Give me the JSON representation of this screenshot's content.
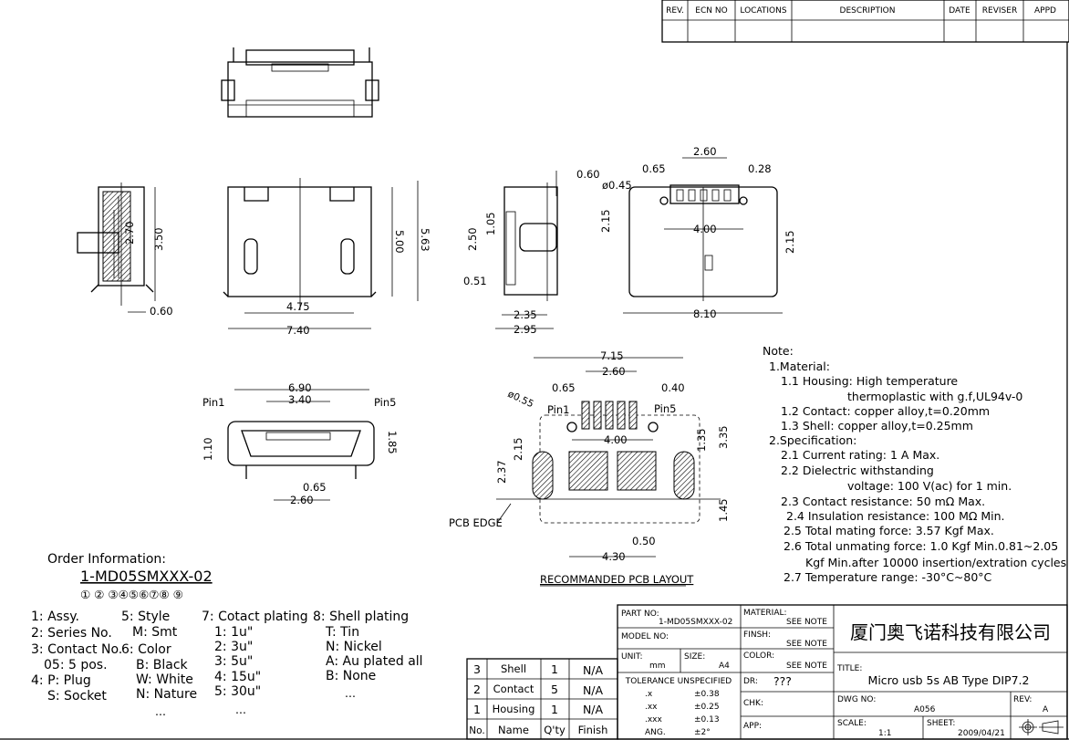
{
  "revision_table": {
    "headers": [
      "REV.",
      "ECN NO",
      "LOCATIONS",
      "DESCRIPTION",
      "DATE",
      "REVISER",
      "APPD"
    ]
  },
  "dimensions": {
    "side_left": {
      "h1": "2.70",
      "h2": "3.50",
      "w": "0.60"
    },
    "front": {
      "h1": "5.00",
      "h2": "5.63",
      "w1": "4.75",
      "w2": "7.40"
    },
    "side_right": {
      "top": "0.60",
      "d1": "1.05",
      "d2": "2.50",
      "d3": "0.51",
      "w1": "2.35",
      "w2": "2.95"
    },
    "bottom": {
      "pitch": "2.60",
      "p1": "0.65",
      "p2": "0.28",
      "hole": "ø0.45",
      "h1": "2.15",
      "w1": "4.00",
      "h2": "2.15",
      "w2": "8.10"
    },
    "face": {
      "w1": "6.90",
      "w2": "3.40",
      "pin1": "Pin1",
      "pin5": "Pin5",
      "h1": "1.10",
      "h2": "1.85",
      "p": "0.65",
      "w3": "2.60"
    },
    "pcb": {
      "w1": "7.15",
      "w2": "2.60",
      "p1": "0.65",
      "p2": "0.40",
      "hole": "ø0.55",
      "pin1": "Pin1",
      "pin5": "Pin5",
      "w3": "4.00",
      "h1": "2.15",
      "h2": "2.37",
      "h3": "1.35",
      "h4": "3.35",
      "h5": "1.45",
      "p3": "0.50",
      "w4": "4.30",
      "edge": "PCB EDGE",
      "caption": "RECOMMANDED PCB LAYOUT"
    }
  },
  "notes": {
    "title": "Note:",
    "lines": [
      "1.Material:",
      "1.1 Housing:  High temperature",
      "thermoplastic with g.f,UL94v-0",
      "1.2 Contact:  copper alloy,t=0.20mm",
      "1.3 Shell:  copper alloy,t=0.25mm",
      "2.Specification:",
      "2.1 Current rating:  1 A Max.",
      "2.2 Dielectric withstanding",
      "voltage:  100 V(ac)  for 1 min.",
      "2.3 Contact resistance:  50 mΩ Max.",
      "2.4 Insulation resistance:  100 MΩ Min.",
      "2.5 Total mating force:  3.57 Kgf Max.",
      "2.6 Total unmating force:  1.0 Kgf Min.0.81~2.05",
      "Kgf Min.after 10000 insertion/extration cycles",
      "2.7 Temperature range:  -30°C~80°C"
    ]
  },
  "order_info": {
    "title": "Order Information:",
    "code": "1-MD05SMXXX-02",
    "markers": "①  ② ③④⑤⑥⑦⑧  ⑨",
    "col1": [
      "1: Assy.",
      "2: Series No.",
      "3: Contact No.",
      "05:  5 pos.",
      "4: P:  Plug",
      "S:  Socket"
    ],
    "col2": [
      "5: Style",
      "M:  Smt",
      "6: Color",
      "B:  Black",
      "W:  White",
      "N:  Nature",
      "..."
    ],
    "col3": [
      "7: Cotact plating",
      "1:  1u\"",
      "2:  3u\"",
      "3:  5u\"",
      "4:  15u\"",
      "5:  30u\"",
      "..."
    ],
    "col4": [
      "8: Shell plating",
      "T:  Tin",
      "N:  Nickel",
      "A:  Au plated all",
      "B:  None",
      "..."
    ]
  },
  "bom": {
    "headers": [
      "No.",
      "Name",
      "Q'ty",
      "Finish"
    ],
    "rows": [
      [
        "3",
        "Shell",
        "1",
        "N/A"
      ],
      [
        "2",
        "Contact",
        "5",
        "N/A"
      ],
      [
        "1",
        "Housing",
        "1",
        "N/A"
      ]
    ]
  },
  "title_block": {
    "part_no_label": "PART NO:",
    "part_no": "1-MD05SMXXX-02",
    "model_no_label": "MODEL NO:",
    "unit_label": "UNIT:",
    "unit": "mm",
    "size_label": "SIZE:",
    "size": "A4",
    "tolerance_title": "TOLERANCE UNSPECIFIED",
    "tolerances": [
      [
        ".x",
        "±0.38"
      ],
      [
        ".xx",
        "±0.25"
      ],
      [
        ".xxx",
        "±0.13"
      ],
      [
        "ANG.",
        "±2°"
      ]
    ],
    "material_label": "MATERIAL:",
    "material": "SEE NOTE",
    "finish_label": "FINSH:",
    "finish": "SEE NOTE",
    "color_label": "COLOR:",
    "color": "SEE NOTE",
    "dr_label": "DR:",
    "dr": "???",
    "chk_label": "CHK:",
    "app_label": "APP:",
    "company": "厦门奥飞诺科技有限公司",
    "title_label": "TITLE:",
    "title": "Micro usb 5s AB Type DIP7.2",
    "dwg_label": "DWG NO:",
    "dwg": "A056",
    "rev_label": "REV:",
    "rev": "A",
    "scale_label": "SCALE:",
    "scale": "1:1",
    "sheet_label": "SHEET:",
    "sheet": "2009/04/21"
  }
}
